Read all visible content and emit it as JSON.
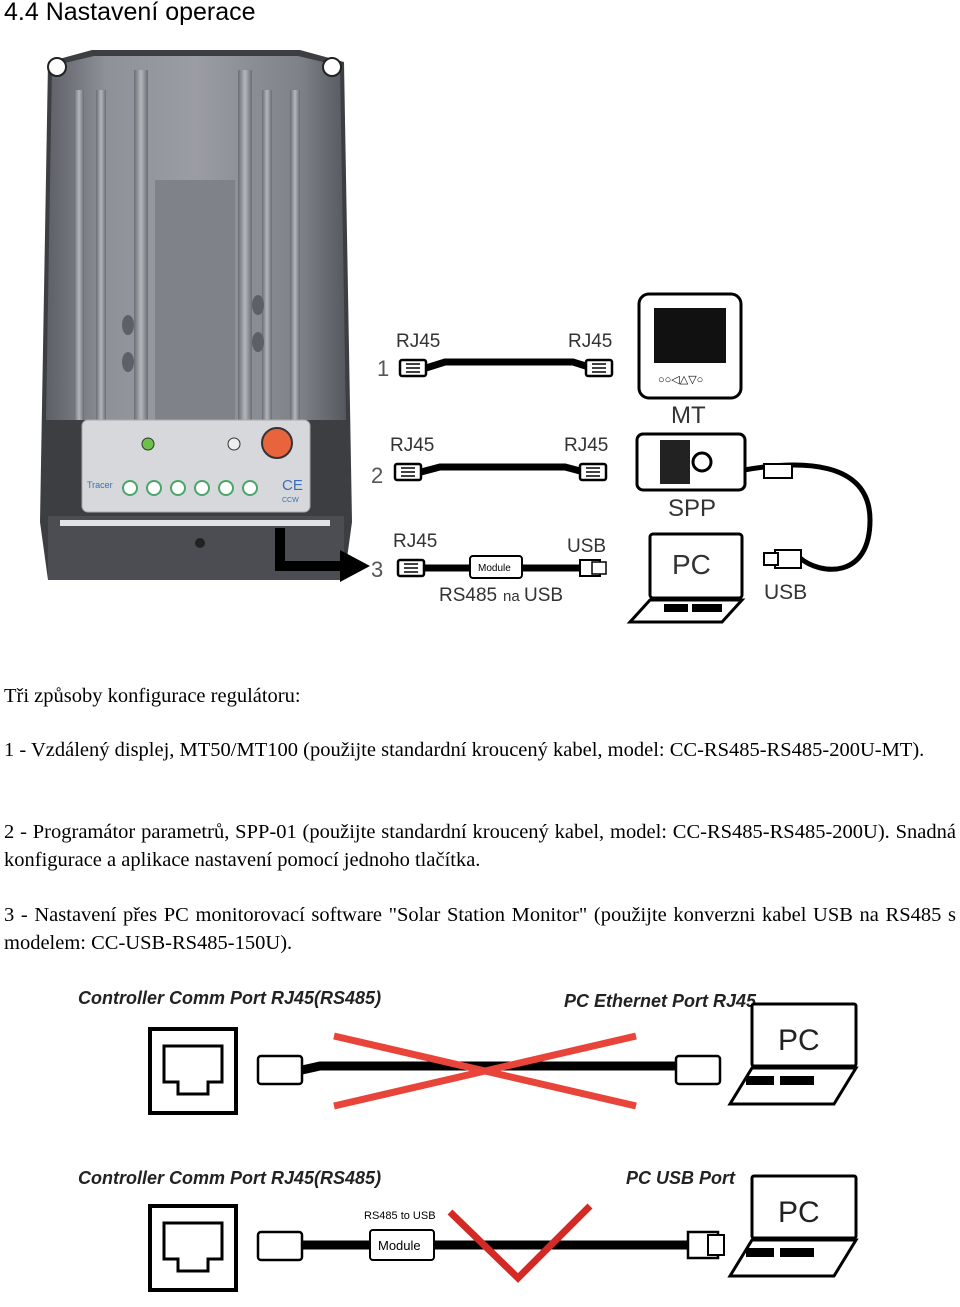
{
  "heading": "4.4 Nastavení operace",
  "figure1": {
    "row1": {
      "number": "1",
      "left_label": "RJ45",
      "right_label": "RJ45",
      "device": "MT"
    },
    "row2": {
      "number": "2",
      "left_label": "RJ45",
      "right_label": "RJ45",
      "device": "SPP"
    },
    "row3": {
      "number": "3",
      "left_label": "RJ45",
      "right_label": "USB",
      "module": "Module",
      "caption_left": "RS485",
      "caption_mid": "na",
      "caption_right": "USB",
      "device": "PC",
      "usb_label": "USB"
    },
    "controller": {
      "brand": "Tracer",
      "mark": "CE",
      "sub": "CCW"
    }
  },
  "text": {
    "intro": "Tři způsoby konfigurace regulátoru:",
    "item1": "1 - Vzdálený displej, MT50/MT100 (použijte standardní kroucený kabel, model: CC-RS485-RS485-200U-MT).",
    "item2": "2 - Programátor parametrů, SPP-01 (použijte standardní kroucený kabel, model: CC-RS485-RS485-200U). Snadná konfigurace a aplikace nastavení pomocí jednoho tlačítka.",
    "item3": "3 - Nastavení přes PC monitorovací software \"Solar Station Monitor\" (použijte konverzni kabel USB na RS485 s modelem: CC-USB-RS485-150U)."
  },
  "figure2": {
    "top": {
      "left_label": "Controller Comm Port RJ45(RS485)",
      "right_label": "PC Ethernet Port RJ45",
      "pc": "PC"
    },
    "bottom": {
      "left_label": "Controller Comm Port RJ45(RS485)",
      "right_label": "PC USB Port",
      "module_top": "RS485 to USB",
      "module": "Module",
      "pc": "PC"
    }
  },
  "colors": {
    "wrong": "#e8443a",
    "correct": "#d42a26",
    "controller_body": "#7d8088",
    "panel": "#d6d8dc"
  }
}
